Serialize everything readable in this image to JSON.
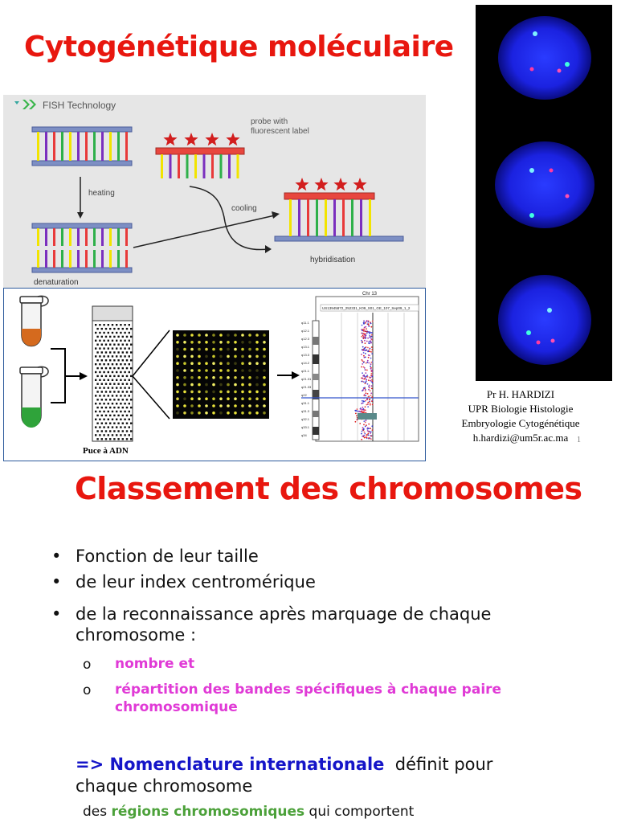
{
  "slide": {
    "title1": "Cytogénétique moléculaire",
    "title2": "Classement des chromosomes",
    "page_number": "1"
  },
  "fish": {
    "header": "FISH Technology",
    "probe_label_1": "probe with",
    "probe_label_2": "fluorescent label",
    "heating": "heating",
    "cooling": "cooling",
    "denaturation": "denaturation",
    "hybridisation": "hybridisation"
  },
  "array": {
    "chip_label": "Puce à ADN",
    "chart_title": "Chr 13",
    "chart_subtitle": "US13945872_252331_K09_S01_GE_107_Sep09_1_2",
    "band_labels": [
      "q11.1",
      "q12.1",
      "q12.3",
      "q13.1",
      "q13.3",
      "q14.2",
      "q21.1",
      "q21.31",
      "q21.33",
      "q22",
      "q31.1",
      "q31.3",
      "q32.1",
      "q33.1",
      "q34"
    ]
  },
  "author": {
    "line1": "Pr H. HARDIZI",
    "line2": "UPR Biologie Histologie",
    "line3": "Embryologie Cytogénétique",
    "line4": "h.hardizi@um5r.ac.ma"
  },
  "bullets": [
    {
      "text": "Fonction de leur taille"
    },
    {
      "text": "de leur index centromérique"
    },
    {
      "text_l1": "de la reconnaissance après marquage de chaque",
      "text_l2": "chromosome :"
    }
  ],
  "sub_bullets": [
    {
      "text": "nombre et"
    },
    {
      "text_l1": "répartition des bandes spécifiques à chaque paire",
      "text_l2": "chromosomique"
    }
  ],
  "nomenclature": {
    "arrow_term": "=> Nomenclature internationale",
    "rest_l1": "  définit pour",
    "line2": "chaque chromosome"
  },
  "last_line": {
    "prefix": "des ",
    "term": "régions chromosomiques",
    "suffix": " qui comportent"
  },
  "colors": {
    "title_red": "#e8170f",
    "magenta": "#e03ad6",
    "nomenclature_blue": "#1515c8",
    "region_green": "#4ca13a"
  }
}
